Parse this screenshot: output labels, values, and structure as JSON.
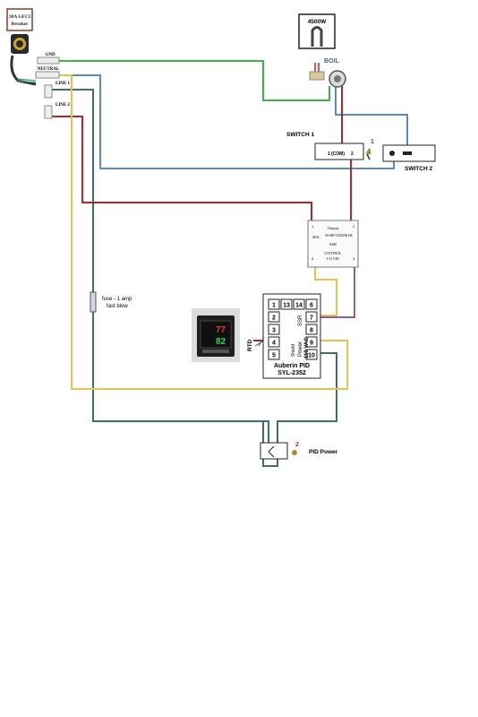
{
  "breaker": {
    "line1": "30A GFCI",
    "line2": "Breaker"
  },
  "terminals": {
    "gnd": "GND",
    "neutral": "NEUTRAL",
    "line1": "LINE 1",
    "line2": "LINE 2"
  },
  "element": {
    "rating": "4500W"
  },
  "boil_label": "BOIL",
  "switch1": {
    "title": "SWITCH 1",
    "number": "1",
    "pin_left": "1",
    "pin_com": "(COM)",
    "pin_right": "2"
  },
  "switch2": {
    "title": "SWITCH 2"
  },
  "ssr": {
    "output_label": "Output",
    "amps": "40A",
    "vac": "90-480 VAC",
    "hz": "50/60 HZ",
    "name": "SSR",
    "control_label": "CONTROL",
    "vdc": "3-32 VDC",
    "pin1": "1",
    "pin2": "2",
    "pin3": "3",
    "pin4": "4"
  },
  "fuse_label": {
    "line1": "fuse - 1 amp",
    "line2": "fast blow"
  },
  "pid": {
    "terminals": [
      "1",
      "13",
      "14",
      "6",
      "2",
      "7",
      "3",
      "8",
      "4",
      "9",
      "5",
      "10"
    ],
    "rtd_label": "RTD",
    "shield_label": "Shield",
    "ssr_label": "SSR",
    "power_label": "Power",
    "power_voltage": "110 VAC",
    "name": "Auberin PID",
    "model": "SYL-2352",
    "display_pv": "77",
    "display_sv": "82"
  },
  "pid_power": {
    "label": "PID Power",
    "number": "2"
  },
  "colors": {
    "green": "#3cb24a",
    "red": "#b3262b",
    "blue": "#5b8bb7",
    "teal": "#3f6f6a",
    "yellow": "#e8c24a",
    "purple": "#8f5aa8",
    "magenta": "#8a2f8a"
  }
}
